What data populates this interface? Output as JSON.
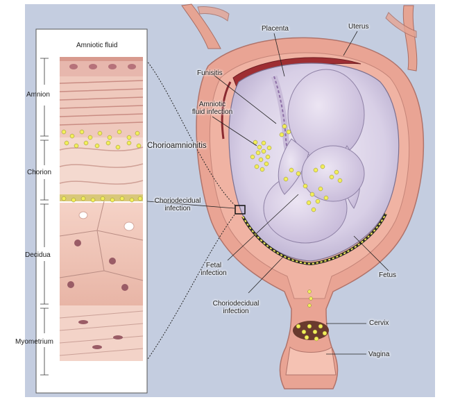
{
  "panel": {
    "title": "Amniotic fluid",
    "layers": [
      "Amnion",
      "Chorion",
      "Decidua",
      "Myometrium"
    ]
  },
  "labels": {
    "placenta": "Placenta",
    "uterus": "Uterus",
    "funisitis": "Funisitis",
    "amniotic_fluid_infection": [
      "Amniotic",
      "fluid infection"
    ],
    "chorioamnionitis": "Chorioamnionitis",
    "choriodecidual_infection_upper": [
      "Choriodecidual",
      "infection"
    ],
    "fetal_infection": [
      "Fetal",
      "infection"
    ],
    "choriodecidual_infection_lower": [
      "Choriodecidual",
      "infection"
    ],
    "fetus": "Fetus",
    "cervix": "Cervix",
    "vagina": "Vagina"
  },
  "colors": {
    "background": "#c4cde0",
    "uterine_wall": "#e9a494",
    "amniotic_sac": "#ddd5ea",
    "bacteria": "#f2ee5a",
    "tissue": "#f1c7b9"
  }
}
